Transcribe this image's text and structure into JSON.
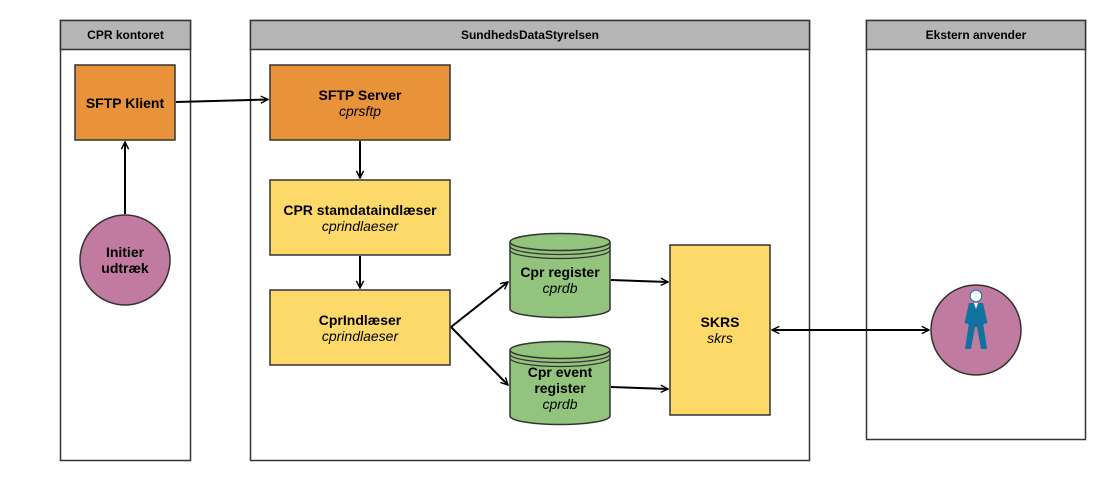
{
  "colors": {
    "lane_header": "#b5b5b5",
    "orange": "#e8933a",
    "yellow": "#fdd96a",
    "green": "#93c47d",
    "pink": "#c27ba0",
    "person": "#10739e",
    "stroke": "#333333"
  },
  "lanes": {
    "cpr": "CPR kontoret",
    "sds": "SundhedsDataStyrelsen",
    "ext": "Ekstern anvender"
  },
  "nodes": {
    "sftp_client": {
      "title": "SFTP Klient"
    },
    "initier": {
      "line1": "Initier",
      "line2": "udtræk"
    },
    "sftp_server": {
      "title": "SFTP Server",
      "sub": "cprsftp"
    },
    "stamdata": {
      "title": "CPR stamdataindlæser",
      "sub": "cprindlaeser"
    },
    "cprindlaeser": {
      "title": "CprIndlæser",
      "sub": "cprindlaeser"
    },
    "cpr_register": {
      "title": "Cpr register",
      "sub": "cprdb"
    },
    "cpr_event": {
      "line1": "Cpr event",
      "line2": "register",
      "sub": "cprdb"
    },
    "skrs": {
      "title": "SKRS",
      "sub": "skrs"
    },
    "external_user": {
      "icon": "person-icon"
    }
  }
}
